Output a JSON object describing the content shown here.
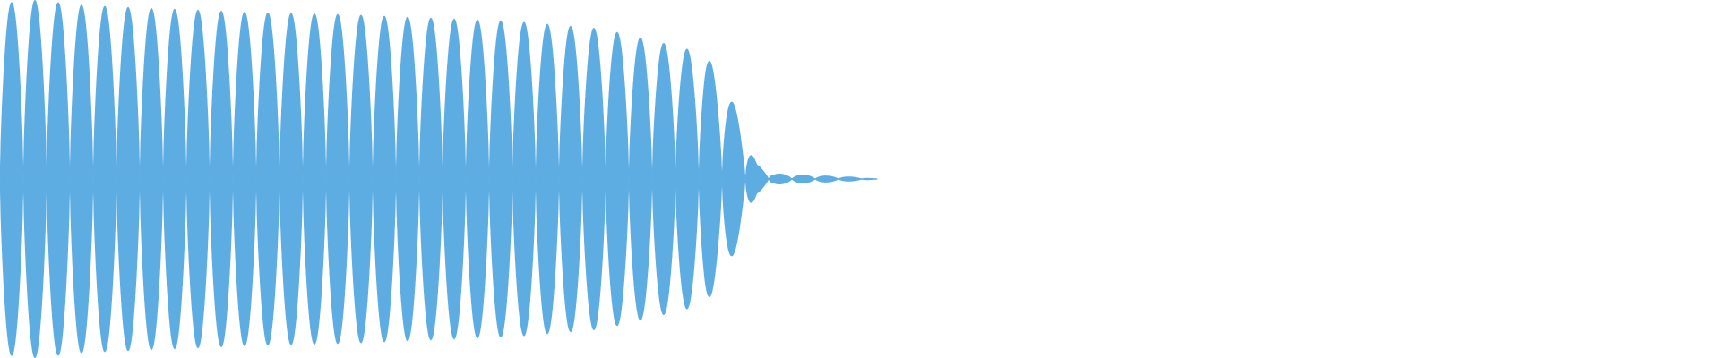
{
  "waveform": {
    "color": "#5dade2",
    "background": "#ffffff"
  },
  "chart_data": {
    "type": "area",
    "title": "",
    "xlabel": "",
    "ylabel": "",
    "grid": false,
    "legend": "none",
    "ylim": [
      -1,
      1
    ],
    "xlim": [
      0,
      1
    ],
    "series": [
      {
        "x": [
          0.0,
          0.02,
          0.05,
          0.1,
          0.15,
          0.2,
          0.25,
          0.3,
          0.35,
          0.39,
          0.41,
          0.42,
          0.43,
          0.44,
          0.45,
          0.5,
          0.51
        ],
        "values": [
          0.98,
          1.0,
          0.97,
          0.95,
          0.93,
          0.92,
          0.9,
          0.88,
          0.84,
          0.75,
          0.7,
          0.55,
          0.35,
          0.08,
          0.03,
          0.01,
          0.0
        ]
      }
    ]
  }
}
